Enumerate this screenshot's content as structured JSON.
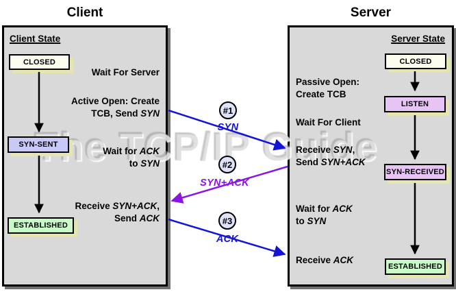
{
  "watermark": "The TCP/IP Guide",
  "colors": {
    "blue": "#1414d6",
    "purple": "#8a14e0",
    "black": "#000000",
    "panel_bg": "#d9d9d9",
    "circle_fill": "#dfe2fb",
    "box_shadow": "#e5e5b0"
  },
  "state_colors": {
    "closed": "#fcfcef",
    "listen": "#e8c4f6",
    "syn_sent": "#c9c9f8",
    "syn_received": "#e8c4f6",
    "established": "#c9fbc9"
  },
  "client": {
    "title": "Client",
    "heading": "Client State",
    "states": {
      "closed": "CLOSED",
      "syn_sent": "SYN-SENT",
      "established": "ESTABLISHED"
    },
    "notes": {
      "wait_server": [
        {
          "t": "Wait For Server"
        }
      ],
      "active_open_1": [
        {
          "t": "Active Open: Create"
        }
      ],
      "active_open_2": [
        {
          "t": "TCB, Send "
        },
        {
          "t": "SYN",
          "i": 1
        }
      ],
      "wait_ack_1": [
        {
          "t": "Wait for "
        },
        {
          "t": "ACK",
          "i": 1
        }
      ],
      "wait_ack_2": [
        {
          "t": "to "
        },
        {
          "t": "SYN",
          "i": 1
        }
      ],
      "recv_synack_1": [
        {
          "t": "Receive "
        },
        {
          "t": "SYN+ACK",
          "i": 1
        },
        {
          "t": ","
        }
      ],
      "recv_synack_2": [
        {
          "t": "Send "
        },
        {
          "t": "ACK",
          "i": 1
        }
      ]
    }
  },
  "server": {
    "title": "Server",
    "heading": "Server State",
    "states": {
      "closed": "CLOSED",
      "listen": "LISTEN",
      "syn_received": "SYN-RECEIVED",
      "established": "ESTABLISHED"
    },
    "notes": {
      "passive_open_1": [
        {
          "t": "Passive Open:"
        }
      ],
      "passive_open_2": [
        {
          "t": "Create TCB"
        }
      ],
      "wait_client": [
        {
          "t": "Wait For Client"
        }
      ],
      "recv_syn_1": [
        {
          "t": "Receive "
        },
        {
          "t": "SYN",
          "i": 1
        },
        {
          "t": ","
        }
      ],
      "recv_syn_2": [
        {
          "t": "Send "
        },
        {
          "t": "SYN+ACK",
          "i": 1
        }
      ],
      "wait_ack_1": [
        {
          "t": "Wait for "
        },
        {
          "t": "ACK",
          "i": 1
        }
      ],
      "wait_ack_2": [
        {
          "t": "to "
        },
        {
          "t": "SYN",
          "i": 1
        }
      ],
      "recv_ack": [
        {
          "t": "Receive "
        },
        {
          "t": "ACK",
          "i": 1
        }
      ]
    }
  },
  "messages": [
    {
      "num": "#1",
      "label": "SYN",
      "color": "#1414d6"
    },
    {
      "num": "#2",
      "label": "SYN+ACK",
      "color": "#8a14e0"
    },
    {
      "num": "#3",
      "label": "ACK",
      "color": "#1414d6"
    }
  ]
}
